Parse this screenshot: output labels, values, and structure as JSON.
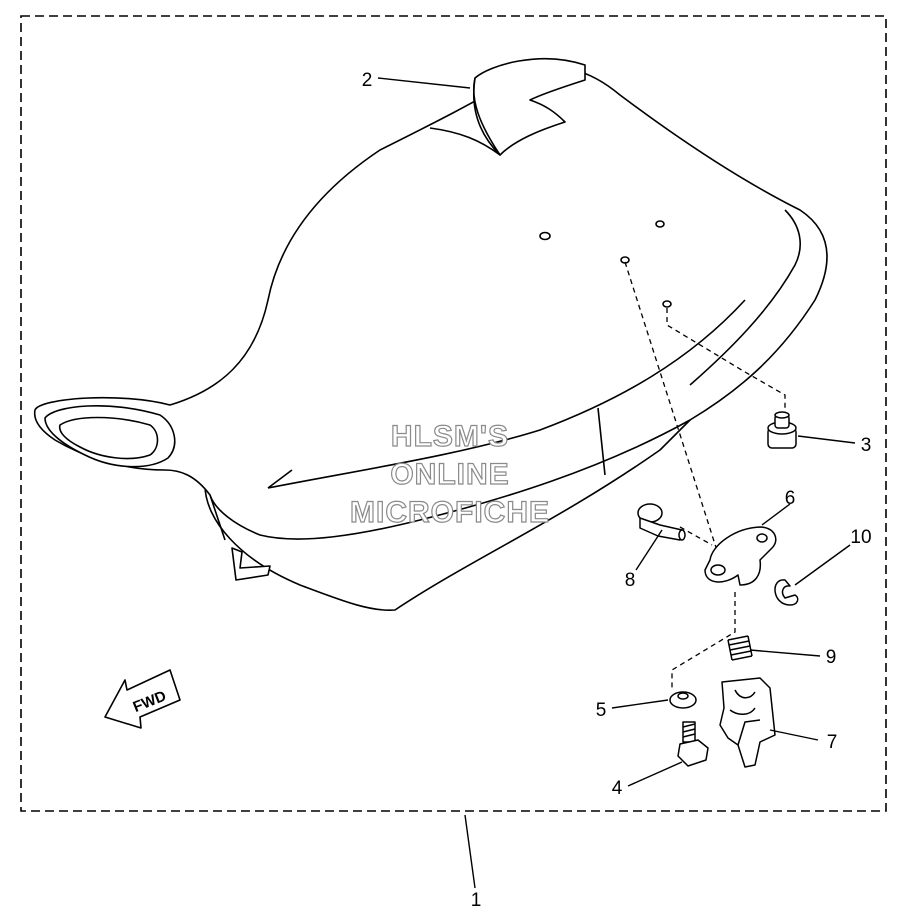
{
  "diagram": {
    "watermark": [
      "HLSM'S",
      "ONLINE",
      "MICROFICHE"
    ],
    "direction_arrow_label": "FWD",
    "callouts": [
      "1",
      "2",
      "3",
      "4",
      "5",
      "6",
      "7",
      "8",
      "9",
      "10"
    ]
  },
  "colors": {
    "line": "#000000",
    "background": "#ffffff",
    "watermark_outline": "#8a8a8a"
  }
}
